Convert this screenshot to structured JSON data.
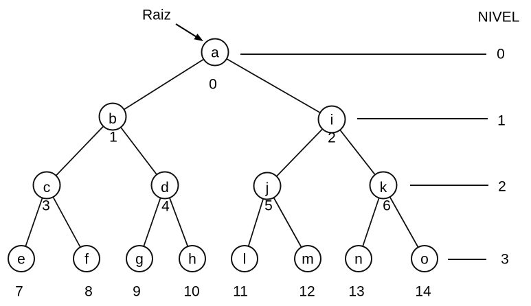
{
  "labels": {
    "root_pointer": "Raiz",
    "level_header": "NIVEL"
  },
  "level_markers": [
    {
      "level": "0"
    },
    {
      "level": "1"
    },
    {
      "level": "2"
    },
    {
      "level": "3"
    }
  ],
  "tree": {
    "type": "binary-tree",
    "nodes": [
      {
        "label": "a",
        "index": "0"
      },
      {
        "label": "b",
        "index": "1"
      },
      {
        "label": "i",
        "index": "2"
      },
      {
        "label": "c",
        "index": "3"
      },
      {
        "label": "d",
        "index": "4"
      },
      {
        "label": "j",
        "index": "5"
      },
      {
        "label": "k",
        "index": "6"
      },
      {
        "label": "e",
        "index": "7"
      },
      {
        "label": "f",
        "index": "8"
      },
      {
        "label": "g",
        "index": "9"
      },
      {
        "label": "h",
        "index": "10"
      },
      {
        "label": "l",
        "index": "11"
      },
      {
        "label": "m",
        "index": "12"
      },
      {
        "label": "n",
        "index": "13"
      },
      {
        "label": "o",
        "index": "14"
      }
    ],
    "edges": [
      [
        "a",
        "b"
      ],
      [
        "a",
        "i"
      ],
      [
        "b",
        "c"
      ],
      [
        "b",
        "d"
      ],
      [
        "i",
        "j"
      ],
      [
        "i",
        "k"
      ],
      [
        "c",
        "e"
      ],
      [
        "c",
        "f"
      ],
      [
        "d",
        "g"
      ],
      [
        "d",
        "h"
      ],
      [
        "j",
        "l"
      ],
      [
        "j",
        "m"
      ],
      [
        "k",
        "n"
      ],
      [
        "k",
        "o"
      ]
    ]
  },
  "colors": {
    "ink": "#000000",
    "background": "#ffffff"
  }
}
